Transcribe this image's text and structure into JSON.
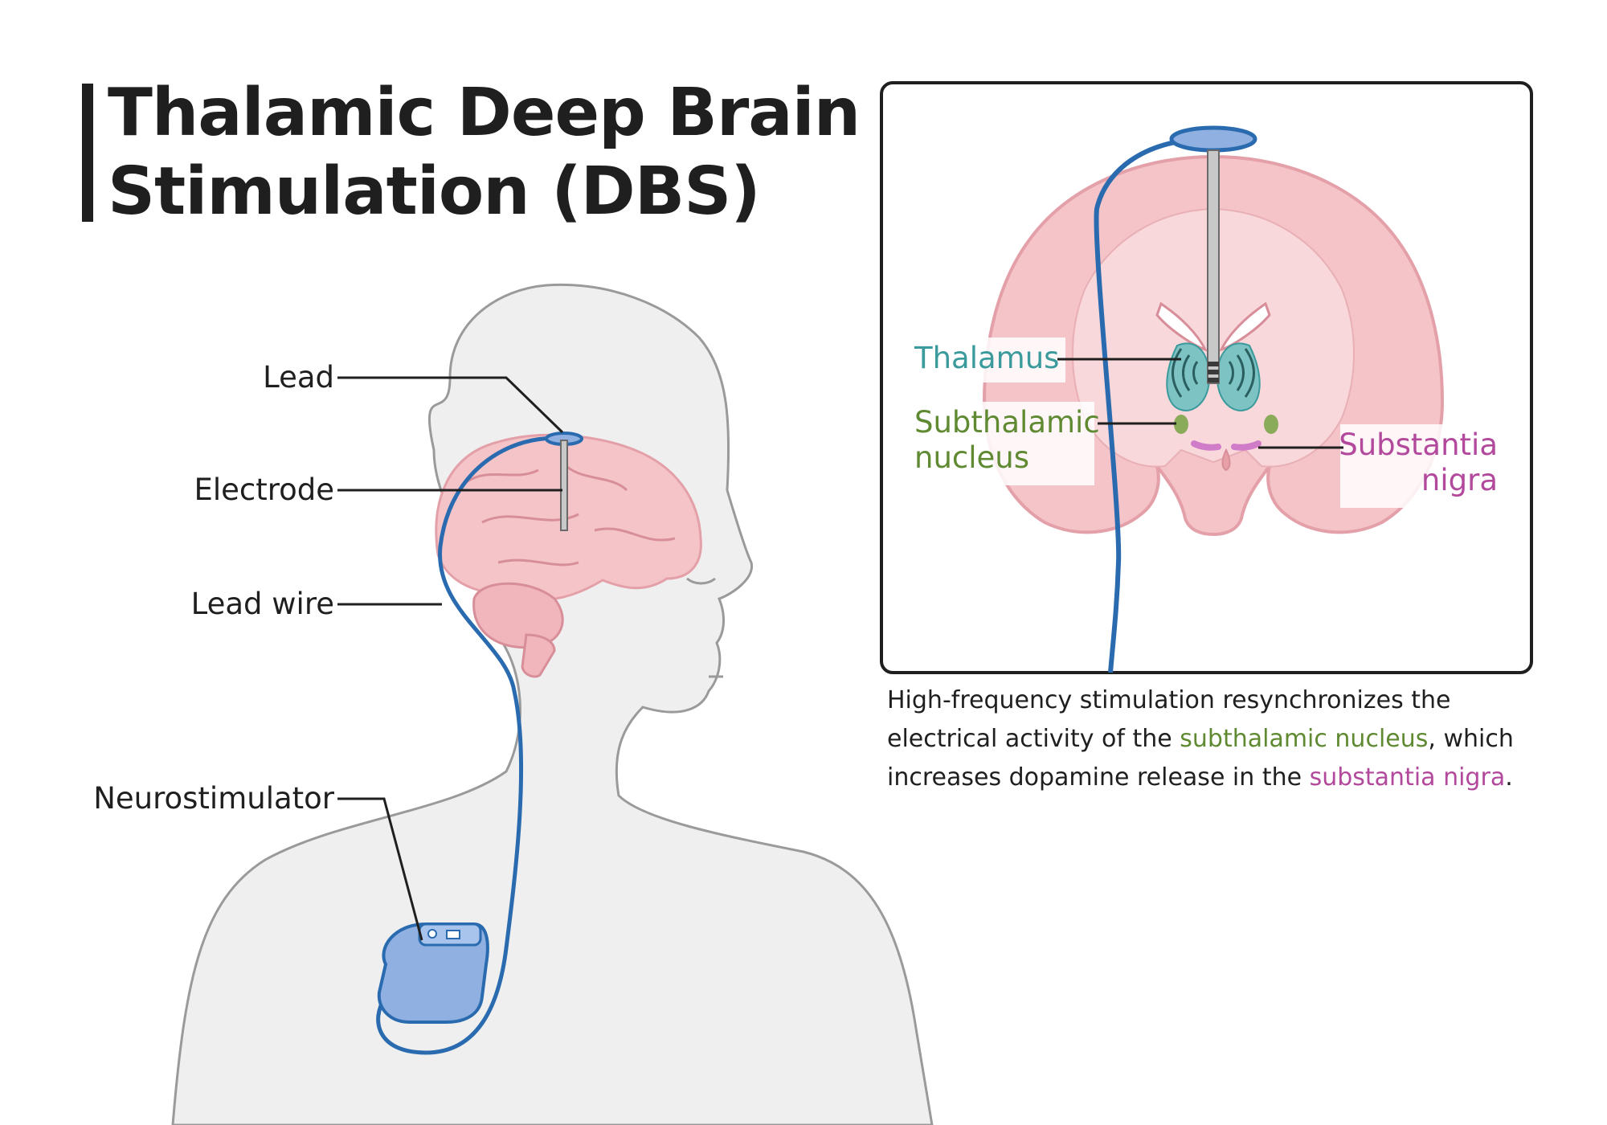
{
  "title": {
    "line1": "Thalamic Deep Brain",
    "line2": "Stimulation (DBS)"
  },
  "annotations": {
    "lead": "Lead",
    "electrode": "Electrode",
    "lead_wire": "Lead wire",
    "neurostimulator": "Neurostimulator"
  },
  "inset": {
    "thalamus": "Thalamus",
    "subthalamic_line1": "Subthalamic",
    "subthalamic_line2": "nucleus",
    "substantia_line1": "Substantia",
    "substantia_line2": "nigra"
  },
  "description": {
    "part1": "High-frequency stimulation resynchronizes the electrical activity of the ",
    "subthalamic": "subthalamic nucleus",
    "part2": ", which increases dopamine release in the ",
    "substantia": "substantia nigra",
    "part3": "."
  },
  "colors": {
    "thalamus": "#3a9a9c",
    "subthalamic": "#5f8a32",
    "substantia": "#b2499c",
    "lead_wire": "#2a6bb0",
    "brain": "#f4c4c8",
    "device": "#8fb0e0"
  }
}
